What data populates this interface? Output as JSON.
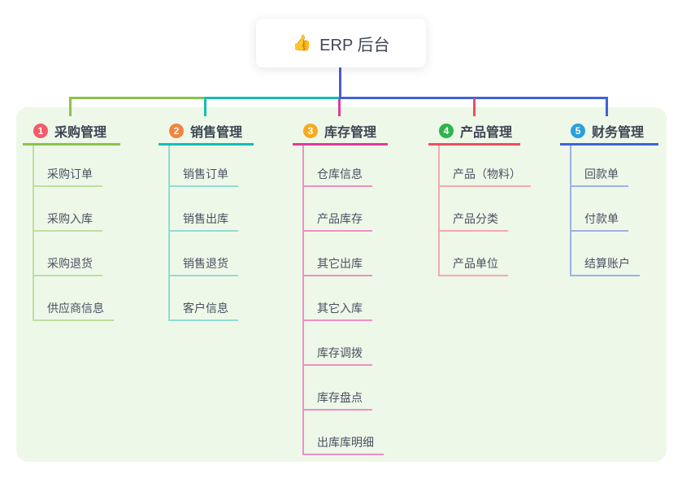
{
  "root": {
    "label": "ERP 后台",
    "icon": "👍",
    "icon_name": "thumbs-up-icon"
  },
  "branches": [
    {
      "badge": "1",
      "label": "采购管理",
      "color": "#8bc34a",
      "light_color": "#bfdf9f",
      "badge_color": "#f25b68",
      "children": [
        "采购订单",
        "采购入库",
        "采购退货",
        "供应商信息"
      ]
    },
    {
      "badge": "2",
      "label": "销售管理",
      "color": "#13bdb1",
      "light_color": "#93dcd4",
      "badge_color": "#f5823d",
      "children": [
        "销售订单",
        "销售出库",
        "销售退货",
        "客户信息"
      ]
    },
    {
      "badge": "3",
      "label": "库存管理",
      "color": "#e13a9d",
      "light_color": "#f08fc4",
      "badge_color": "#f7ab1e",
      "children": [
        "仓库信息",
        "产品库存",
        "其它出库",
        "其它入库",
        "库存调拨",
        "库存盘点",
        "出库库明细"
      ]
    },
    {
      "badge": "4",
      "label": "产品管理",
      "color": "#ee4f5b",
      "light_color": "#f8a8ae",
      "badge_color": "#2db44d",
      "children": [
        "产品（物料）",
        "产品分类",
        "产品单位"
      ]
    },
    {
      "badge": "5",
      "label": "财务管理",
      "color": "#3f63d9",
      "light_color": "#9fb0e6",
      "badge_color": "#2aa0dc",
      "children": [
        "回款单",
        "付款单",
        "结算账户"
      ]
    }
  ],
  "theme": {
    "canvas_bg": "#ffffff",
    "panel_bg": "#edf8e9",
    "root_line_color": "#5458c8",
    "branch_label_color": "#3c4553",
    "child_label_color": "#485260",
    "root_text_color": "#3e4656"
  }
}
